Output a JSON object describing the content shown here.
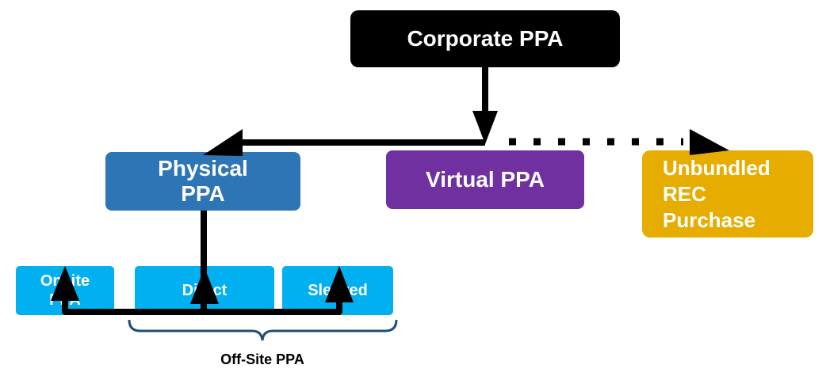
{
  "nodes": {
    "root": "Corporate PPA",
    "physical": "Physical PPA",
    "virtual": "Virtual PPA",
    "rec": "Unbundled REC Purchase",
    "onsite": "Onsite PPA",
    "direct": "Direct",
    "sleeved": "Sleeved"
  },
  "group_label": "Off-Site PPA",
  "colors": {
    "root": "#000000",
    "physical": "#2e75b6",
    "virtual": "#7030a0",
    "rec": "#e6ad00",
    "leaf": "#00b0f0",
    "bracket": "#1f4e79",
    "connector": "#000000"
  }
}
